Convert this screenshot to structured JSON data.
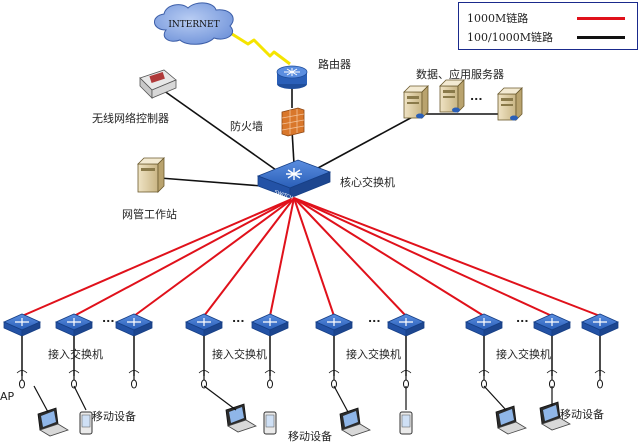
{
  "legend": {
    "items": [
      {
        "label": "1000M链路",
        "color": "#e0111b"
      },
      {
        "label": "100/1000M链路",
        "color": "#111111"
      }
    ]
  },
  "nodes": {
    "internet": "INTERNET",
    "router": "路由器",
    "firewall": "防火墙",
    "wireless_controller": "无线网络控制器",
    "servers": "数据、应用服务器",
    "core_switch": "核心交换机",
    "workstation": "网管工作站",
    "access_switch_label": "接入交换机",
    "ap": "AP",
    "mobile_devices": "移动设备",
    "switch_badge": "SWITCH",
    "ellipsis": "..."
  },
  "colors": {
    "link_1000m": "#e0111b",
    "link_100_1000m": "#111111",
    "switch_blue": "#2a5fb8",
    "firewall_orange": "#d9772b",
    "lightning_yellow": "#f5e400",
    "cloud_blue": "#7fa1e0"
  }
}
